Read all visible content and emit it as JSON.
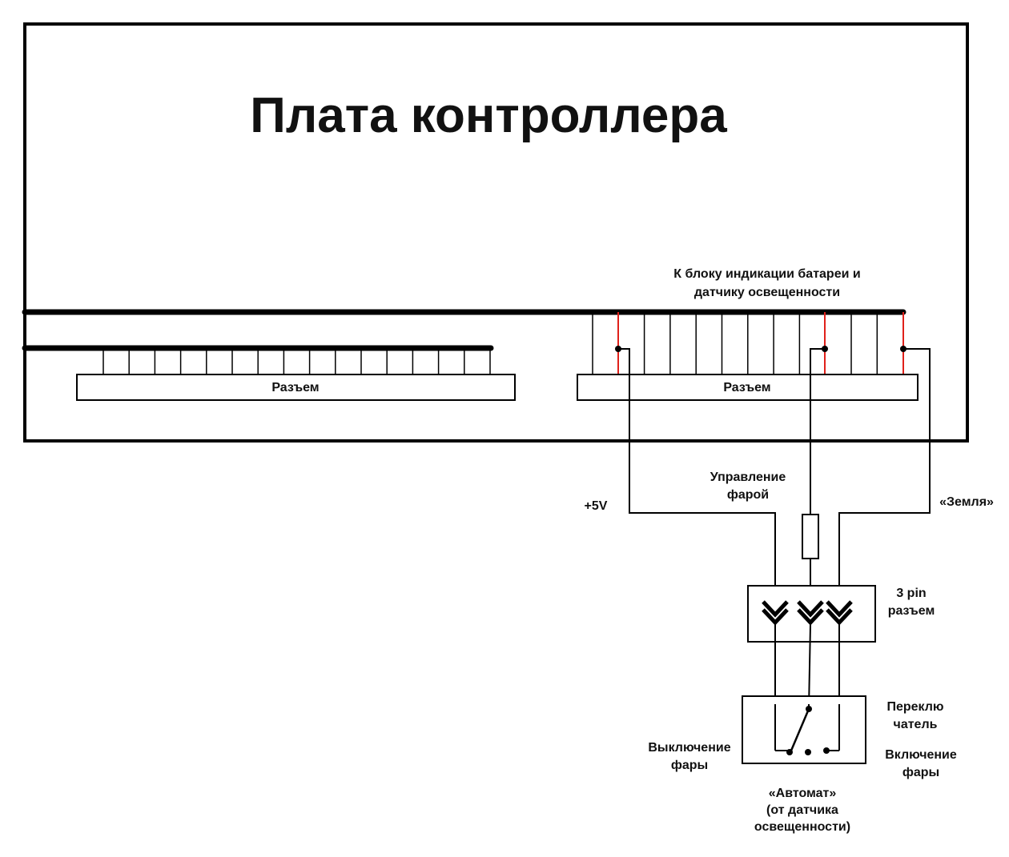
{
  "title": "Плата контроллера",
  "connector_left": "Разъем",
  "connector_right": "Разъем",
  "bus_label": [
    "К блоку индикации батареи и",
    "датчику освещенности"
  ],
  "plus5v": "+5V",
  "headlight_control": [
    "Управление",
    "фарой"
  ],
  "ground": "«Земля»",
  "pin3": [
    "3 pin",
    "разъем"
  ],
  "switch_label": [
    "Переклю",
    "чатель"
  ],
  "off_label": [
    "Выключение",
    "фары"
  ],
  "on_label": [
    "Включение",
    "фары"
  ],
  "auto_label": [
    "«Автомат»",
    "(от датчика",
    "освещенности)"
  ],
  "colors": {
    "wire": "#000000",
    "tap": "#e0201a"
  }
}
